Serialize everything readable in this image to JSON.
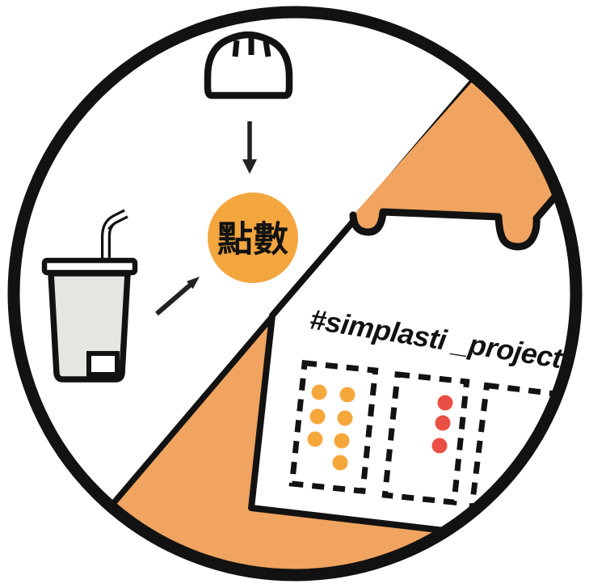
{
  "illustration": {
    "description": "Circular badge illustration: buying a bun and a drink earns points on a simplasti loyalty stamp card",
    "points_badge": {
      "label": "點數"
    },
    "stamp_card": {
      "hashtag": "#simplasti _project",
      "boxes": [
        {
          "id": "box-1",
          "stamp_count": 7,
          "stamp_color": "#F5A73C"
        },
        {
          "id": "box-2",
          "stamp_count": 3,
          "stamp_color": "#E94F44"
        },
        {
          "id": "box-3",
          "stamp_count": 0,
          "stamp_color": "#F5A73C"
        }
      ]
    },
    "colors": {
      "badge_orange": "#F4A63E",
      "band_orange": "#F0A45F",
      "stamp_orange": "#F5A73C",
      "stamp_red": "#E94F44",
      "cup_gray": "#E5E5E2",
      "outline_black": "#121212"
    },
    "icons": [
      {
        "name": "bun-icon"
      },
      {
        "name": "arrow-down-icon"
      },
      {
        "name": "points-badge"
      },
      {
        "name": "drink-cup-icon"
      },
      {
        "name": "arrow-up-right-icon"
      },
      {
        "name": "holding-hand"
      }
    ]
  }
}
